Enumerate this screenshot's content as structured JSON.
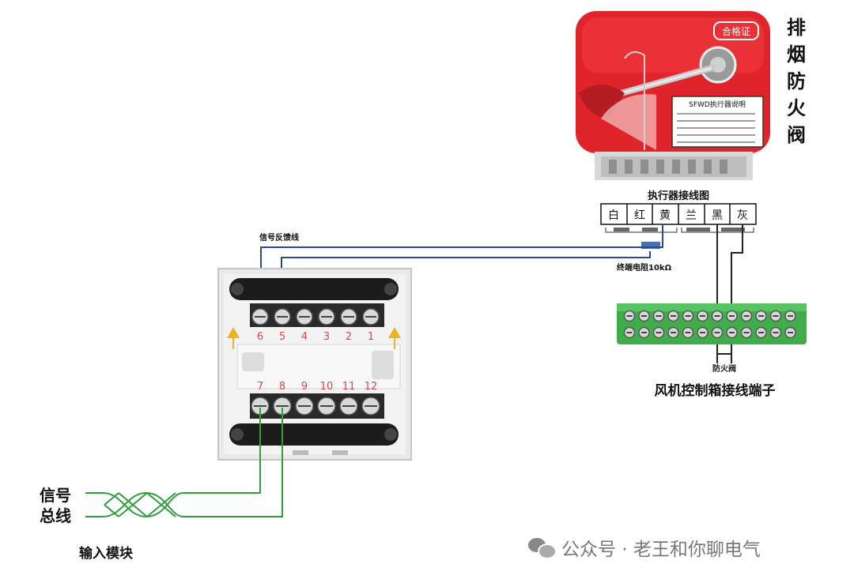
{
  "damper": {
    "title": "排烟防火阀",
    "title_chars": [
      "排",
      "烟",
      "防",
      "火",
      "阀"
    ],
    "stamp": "合格证",
    "plate_title": "SFWD执行器说明"
  },
  "actuator_wiring": {
    "title": "执行器接线图",
    "wire_colors": [
      "白",
      "红",
      "黄",
      "兰",
      "黑",
      "灰"
    ]
  },
  "labels": {
    "signal_feedback": "信号反馈线",
    "end_resistor": "终端电阻10kΩ",
    "fire_damper": "防火阀",
    "fan_box": "风机控制箱接线端子",
    "signal_bus_line1": "信号",
    "signal_bus_line2": "总线",
    "input_module": "输入模块"
  },
  "module": {
    "top_terminals": [
      "6",
      "5",
      "4",
      "3",
      "2",
      "1"
    ],
    "bottom_terminals": [
      "7",
      "8",
      "9",
      "10",
      "11",
      "12"
    ]
  },
  "watermark": "公众号 · 老王和你聊电气",
  "colors": {
    "damper_red": "#e0242c",
    "blue_wire": "#2b4a8a",
    "green_wire": "#2f9e3e",
    "terminal_green": "#3fae4a",
    "pin_red": "#d44a4a",
    "arrow_yellow": "#f2b21e"
  }
}
